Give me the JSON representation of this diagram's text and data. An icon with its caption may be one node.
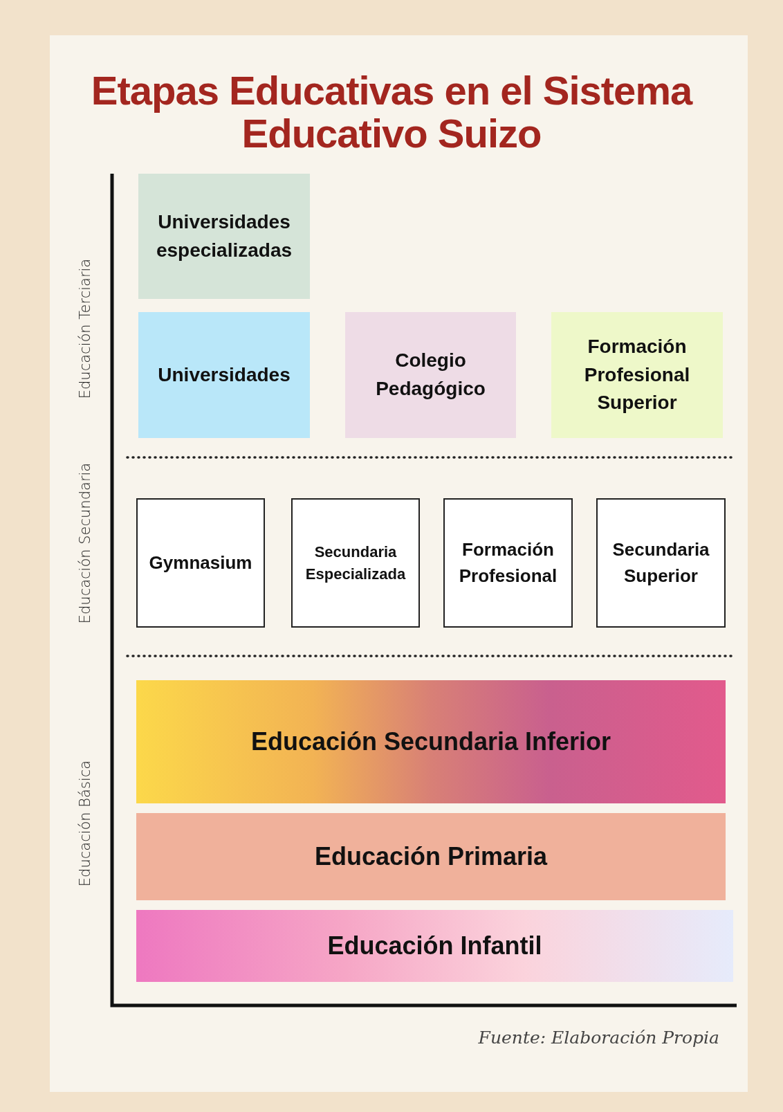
{
  "diagram": {
    "title": "Etapas Educativas en el Sistema Educativo Suizo",
    "caption": "Fuente: Elaboración Propia",
    "nodes": [
      {
        "text": [
          "Universidades especializadas"
        ]
      },
      {
        "text": [
          "Universidades"
        ]
      },
      {
        "text": [
          "Colegio Pedagógico"
        ]
      },
      {
        "text": [
          "Formación Profesional Superior"
        ]
      },
      {
        "text": [
          "Gymnasium"
        ]
      },
      {
        "text": [
          "Secundaria Especializada"
        ]
      },
      {
        "text": [
          "Formación Profesional"
        ]
      },
      {
        "text": [
          "Secundaria Superior"
        ]
      },
      {
        "text": [
          "Educación Secundaria Inferior"
        ]
      },
      {
        "text": [
          "Educación Primaria"
        ]
      },
      {
        "text": [
          "Educación Infantil"
        ]
      }
    ],
    "labels": [
      "Educación Terciaria",
      "Educación Secundaria",
      "Educación Básica"
    ]
  }
}
